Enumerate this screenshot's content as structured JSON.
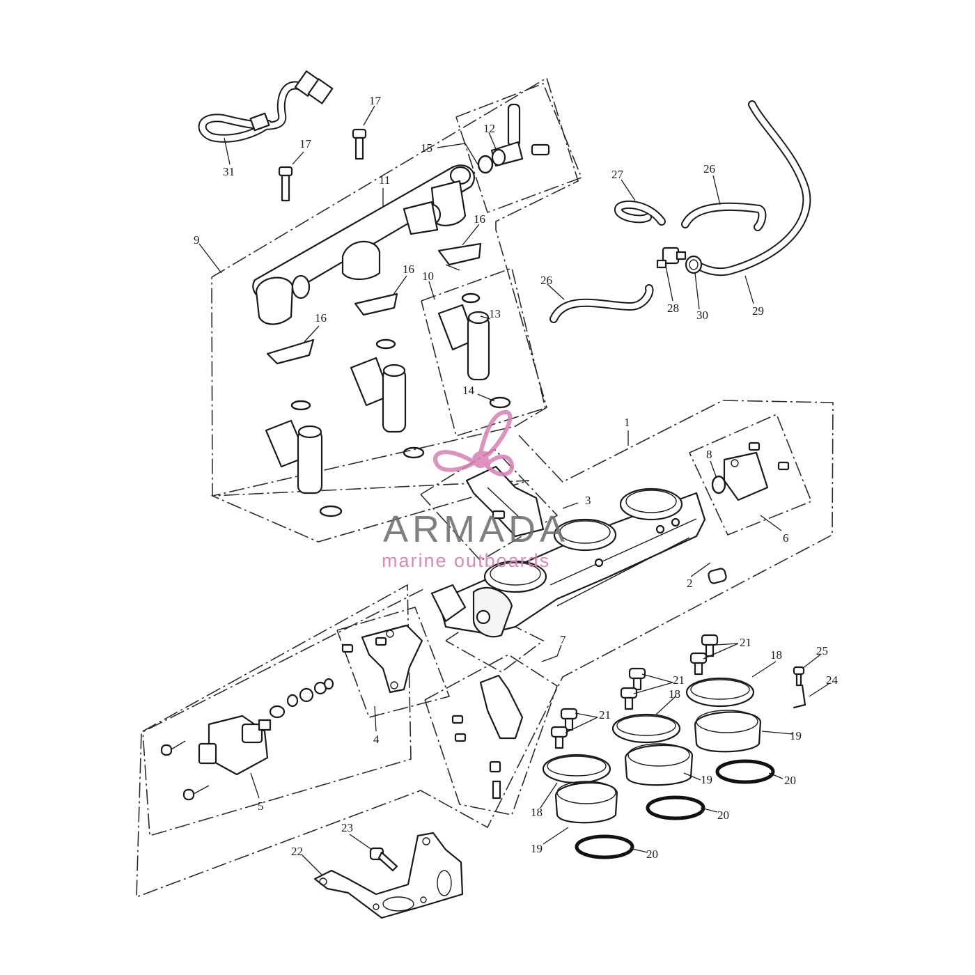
{
  "callouts": {
    "c1": "1",
    "c2": "2",
    "c3": "3",
    "c4": "4",
    "c5": "5",
    "c6": "6",
    "c7": "7",
    "c8": "8",
    "c9": "9",
    "c10": "10",
    "c11": "11",
    "c12": "12",
    "c13": "13",
    "c14": "14",
    "c15": "15",
    "c16a": "16",
    "c16b": "16",
    "c16c": "16",
    "c17a": "17",
    "c17b": "17",
    "c18a": "18",
    "c18b": "18",
    "c18c": "18",
    "c19a": "19",
    "c19b": "19",
    "c19c": "19",
    "c20a": "20",
    "c20b": "20",
    "c20c": "20",
    "c21a": "21",
    "c21b": "21",
    "c21c": "21",
    "c22": "22",
    "c23": "23",
    "c24": "24",
    "c25": "25",
    "c26a": "26",
    "c26b": "26",
    "c27": "27",
    "c28": "28",
    "c29": "29",
    "c30": "30",
    "c31": "31"
  },
  "watermark": {
    "brand": "ARMADA",
    "tagline": "marine outboards",
    "logo_icon": "propeller-logo-icon",
    "accent_color": "#d67fb2",
    "text_color": "#6d6d6d"
  },
  "colors": {
    "line": "#1a1a1a",
    "background": "#ffffff"
  }
}
